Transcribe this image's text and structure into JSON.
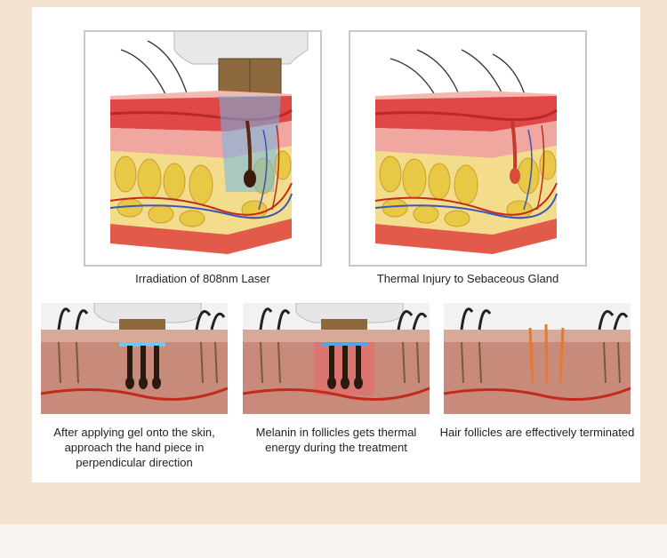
{
  "captions": {
    "laser": "Irradiation of 808nm Laser",
    "thermal": "Thermal Injury to Sebaceous Gland",
    "step1": "After applying gel onto the skin, approach the hand piece in perpendicular direction",
    "step2": "Melanin in follicles gets thermal energy during the treatment",
    "step3": "Hair follicles are effectively terminated"
  },
  "colors": {
    "background": "#f3e3d0",
    "panel": "#ffffff",
    "epidermis": "#e04848",
    "fat": "#e8c845",
    "laser_blue": "#6fb8e8",
    "skin_section": "#c88a7a",
    "vessel": "#c42a1a"
  }
}
